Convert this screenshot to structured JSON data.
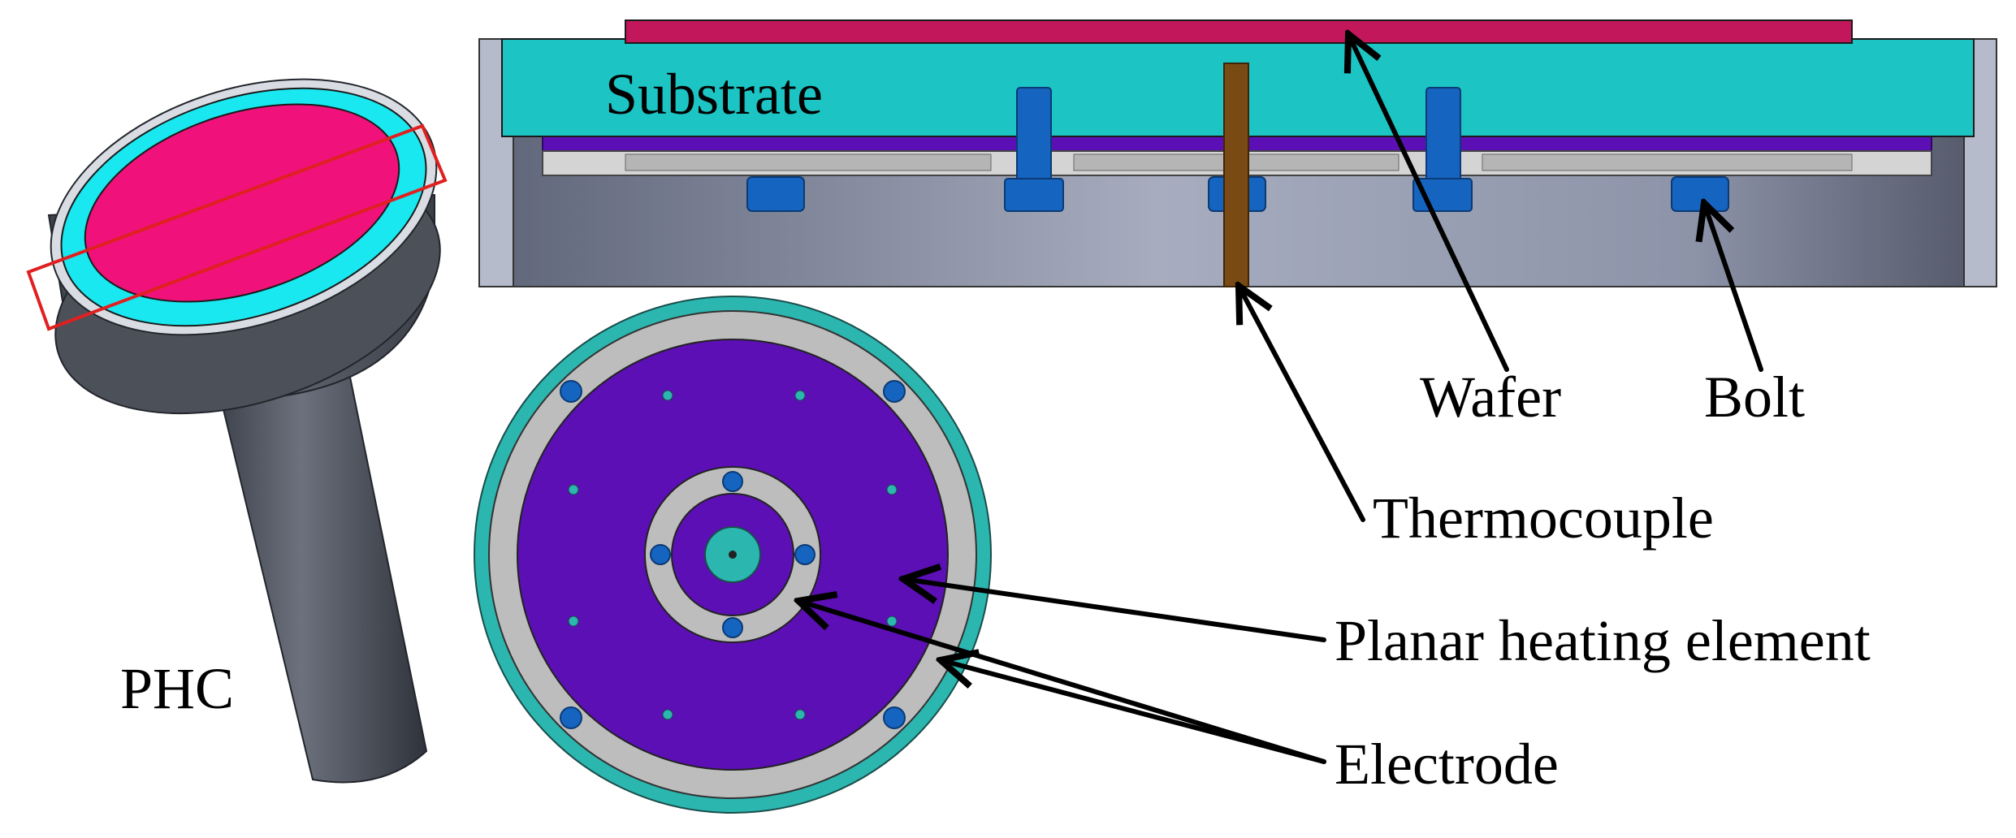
{
  "labels": {
    "substrate": "Substrate",
    "wafer": "Wafer",
    "bolt": "Bolt",
    "thermocouple": "Thermocouple",
    "planar_heating_element": "Planar heating element",
    "electrode": "Electrode",
    "phc": "PHC"
  },
  "colors": {
    "wafer": "#c2185b",
    "substrate": "#1dc4c4",
    "heater": "#5b0fb5",
    "housing": "#8d93a8",
    "bolt": "#1565c0",
    "thermocouple": "#7a4a14",
    "phc_wafer": "#f0127a",
    "phc_ring": "#19e8f0",
    "phc_body": "#5e6370",
    "section_line": "#e02020",
    "electrode_ring": "#bdbdbd",
    "outer_ring": "#2bb6b0"
  }
}
